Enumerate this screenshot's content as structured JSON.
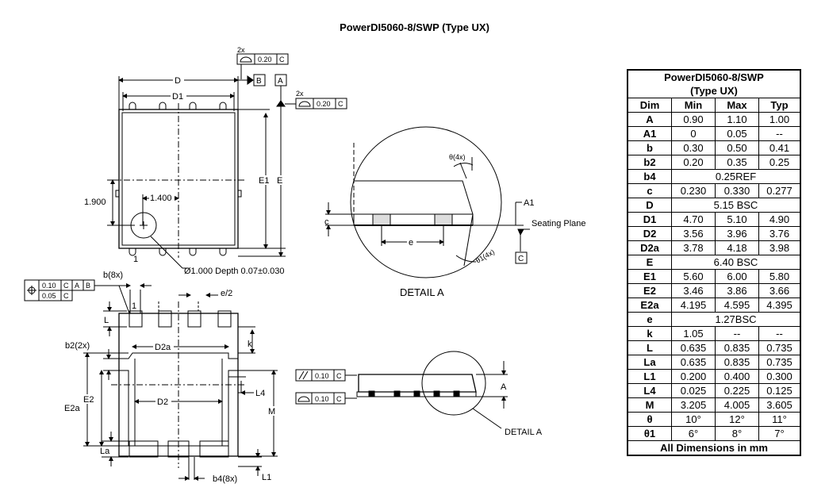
{
  "title": "PowerDI5060-8/SWP (Type UX)",
  "table": {
    "header": [
      "PowerDI5060-8/SWP",
      "(Type UX)"
    ],
    "columns": [
      "Dim",
      "Min",
      "Max",
      "Typ"
    ],
    "rows": [
      {
        "dim": "A",
        "min": "0.90",
        "max": "1.10",
        "typ": "1.00"
      },
      {
        "dim": "A1",
        "min": "0",
        "max": "0.05",
        "typ": "--"
      },
      {
        "dim": "b",
        "min": "0.30",
        "max": "0.50",
        "typ": "0.41"
      },
      {
        "dim": "b2",
        "min": "0.20",
        "max": "0.35",
        "typ": "0.25"
      },
      {
        "dim": "b4",
        "span": "0.25REF"
      },
      {
        "dim": "c",
        "min": "0.230",
        "max": "0.330",
        "typ": "0.277"
      },
      {
        "dim": "D",
        "span": "5.15 BSC"
      },
      {
        "dim": "D1",
        "min": "4.70",
        "max": "5.10",
        "typ": "4.90"
      },
      {
        "dim": "D2",
        "min": "3.56",
        "max": "3.96",
        "typ": "3.76"
      },
      {
        "dim": "D2a",
        "min": "3.78",
        "max": "4.18",
        "typ": "3.98"
      },
      {
        "dim": "E",
        "span": "6.40 BSC"
      },
      {
        "dim": "E1",
        "min": "5.60",
        "max": "6.00",
        "typ": "5.80"
      },
      {
        "dim": "E2",
        "min": "3.46",
        "max": "3.86",
        "typ": "3.66"
      },
      {
        "dim": "E2a",
        "min": "4.195",
        "max": "4.595",
        "typ": "4.395"
      },
      {
        "dim": "e",
        "span": "1.27BSC"
      },
      {
        "dim": "k",
        "min": "1.05",
        "max": "--",
        "typ": "--"
      },
      {
        "dim": "L",
        "min": "0.635",
        "max": "0.835",
        "typ": "0.735"
      },
      {
        "dim": "La",
        "min": "0.635",
        "max": "0.835",
        "typ": "0.735"
      },
      {
        "dim": "L1",
        "min": "0.200",
        "max": "0.400",
        "typ": "0.300"
      },
      {
        "dim": "L4",
        "min": "0.025",
        "max": "0.225",
        "typ": "0.125"
      },
      {
        "dim": "M",
        "min": "3.205",
        "max": "4.005",
        "typ": "3.605"
      },
      {
        "dim": "θ",
        "min": "10°",
        "max": "12°",
        "typ": "11°"
      },
      {
        "dim": "θ1",
        "min": "6°",
        "max": "8°",
        "typ": "7°"
      }
    ],
    "footer": "All Dimensions in mm"
  },
  "labels": {
    "top_2x": "2x",
    "top_tol": "0.20",
    "top_c": "C",
    "datum_b": "B",
    "datum_a": "A",
    "right_2x": "2x",
    "right_tol": "0.20",
    "right_c": "C",
    "dim_d": "D",
    "dim_d1": "D1",
    "dim_e1": "E1",
    "dim_e": "E",
    "dim_1900": "1.900",
    "dim_1400": "1.400",
    "pin1": "1",
    "hole_note": "Ø1.000 Depth 0.07±0.030",
    "fcf_tol1": "0.10",
    "fcf_c1": "C",
    "fcf_a1": "A",
    "fcf_b1": "B",
    "fcf_tol2": "0.05",
    "fcf_c2": "C",
    "b8x": "b(8x)",
    "e_half": "e/2",
    "pin1_bottom": "1",
    "dim_l": "L",
    "dim_b2": "b2(2x)",
    "dim_d2a": "D2a",
    "dim_k": "k",
    "dim_e2": "E2",
    "dim_e2a": "E2a",
    "dim_d2": "D2",
    "dim_l4": "L4",
    "dim_m": "M",
    "dim_la": "La",
    "dim_b4": "b4(8x)",
    "dim_l1": "L1",
    "theta4x": "θ(4x)",
    "a1": "A1",
    "seating_plane": "Seating Plane",
    "dim_c": "c",
    "dim_e_small": "e",
    "theta1_4x": "θ1(4x)",
    "datum_c": "C",
    "detail_a_title": "DETAIL A",
    "par_tol": "0.10",
    "par_c": "C",
    "prof_tol": "0.10",
    "prof_c": "C",
    "dim_a": "A",
    "detail_a_ref": "DETAIL A"
  }
}
